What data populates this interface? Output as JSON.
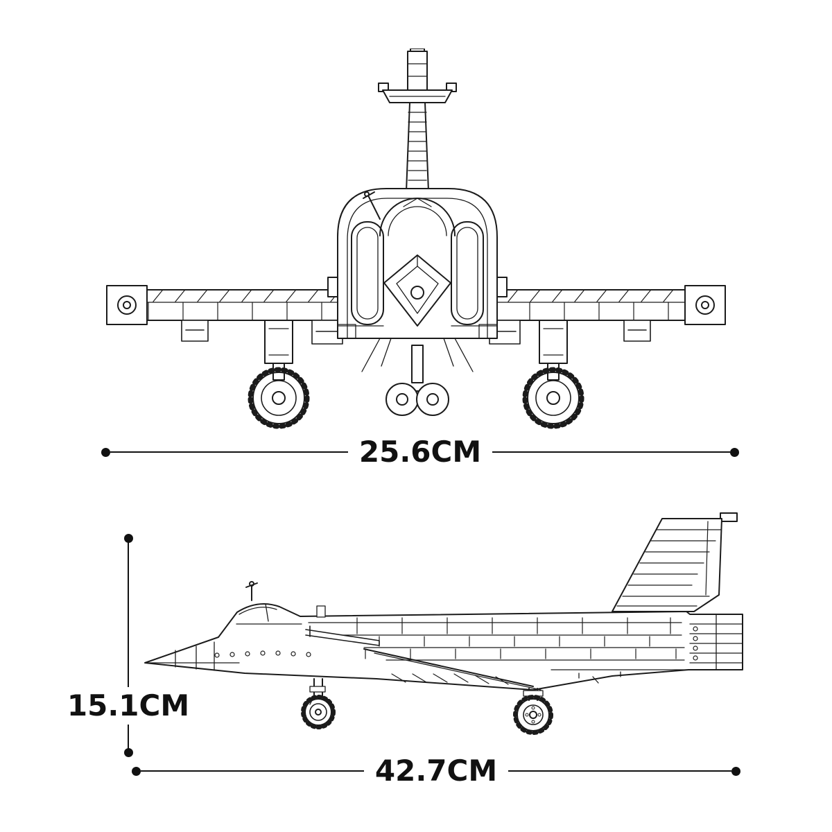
{
  "colors": {
    "background": "#ffffff",
    "line": "#1b1b1b",
    "text": "#111111"
  },
  "diagram": {
    "type": "product-dimension-drawing",
    "subject": "brick-built-fighter-jet",
    "front_view": {
      "width_label": "25.6CM"
    },
    "side_view": {
      "height_label": "15.1CM",
      "length_label": "42.7CM"
    }
  }
}
